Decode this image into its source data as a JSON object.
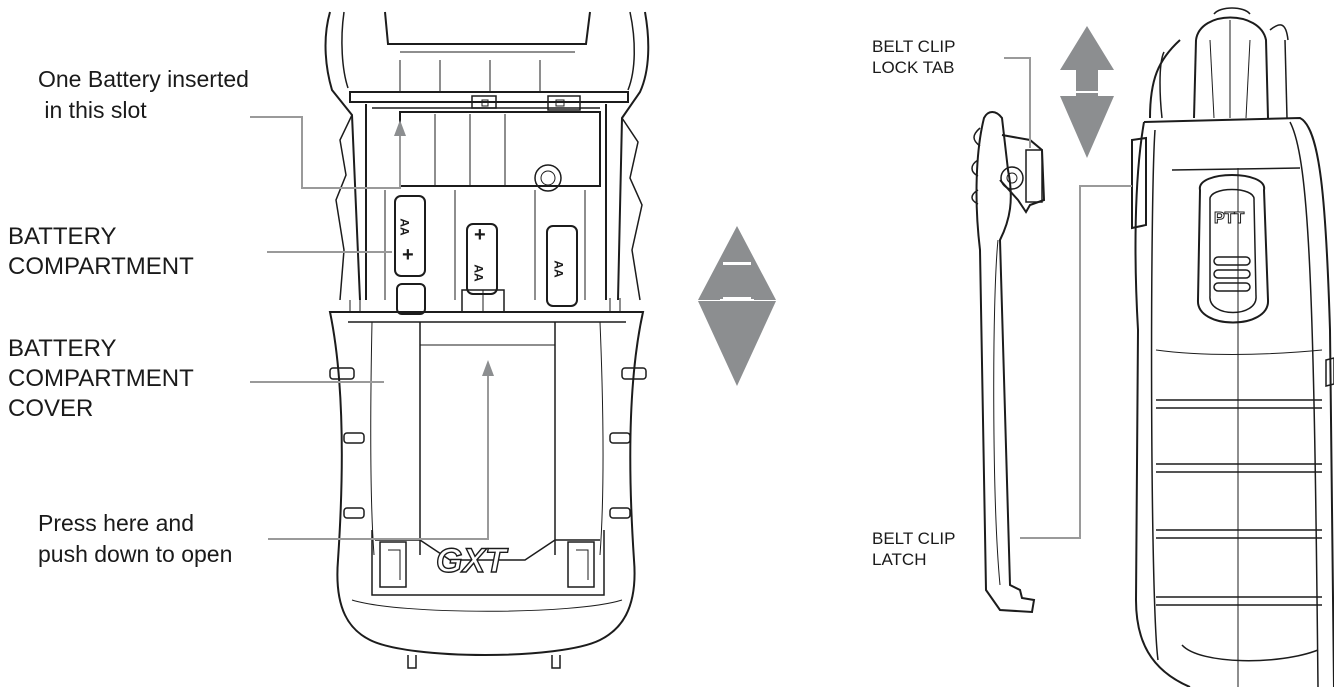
{
  "labels": {
    "battery_slot": [
      "One Battery inserted",
      " in this slot"
    ],
    "battery_compartment": [
      "BATTERY",
      "COMPARTMENT"
    ],
    "compartment_cover": [
      "BATTERY",
      "COMPARTMENT",
      "COVER"
    ],
    "press_here": [
      "Press here and",
      "push down to open"
    ],
    "belt_clip_lock_tab": [
      "BELT CLIP",
      "LOCK TAB"
    ],
    "belt_clip_latch": [
      "BELT CLIP",
      "LATCH"
    ]
  },
  "device_markings": {
    "battery_type": "AA",
    "positive": "+",
    "logo": "GXT",
    "ptt_button": "PTT"
  },
  "colors": {
    "line_art": "#1c1c1c",
    "leader_lines": "#9a9a9a",
    "motion_arrows": "#8c8e90"
  },
  "icons": [
    "double-headed-arrow-icon",
    "small-double-headed-arrow-icon"
  ]
}
